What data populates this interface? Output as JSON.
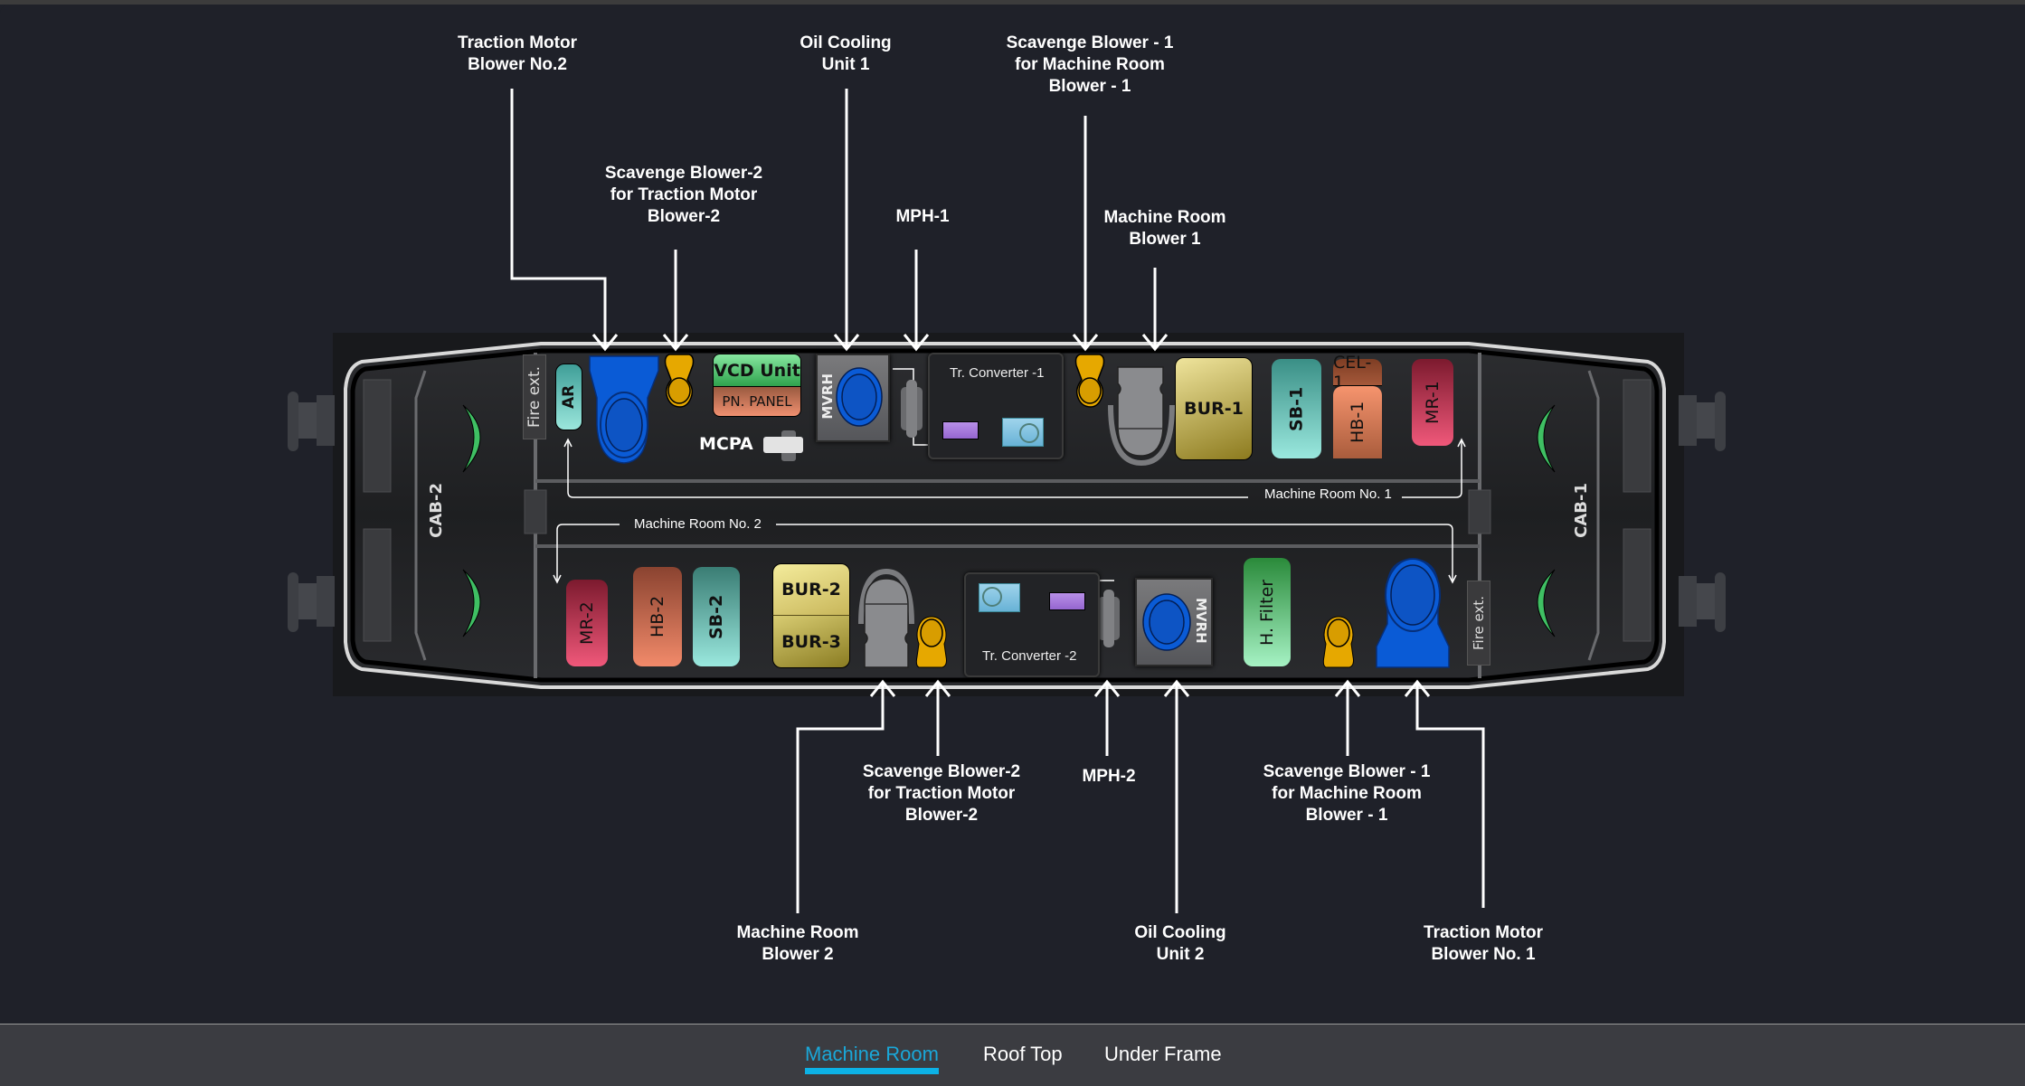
{
  "view": "Machine Room",
  "callouts_top": [
    {
      "id": "tm-blower-2",
      "text": "Traction Motor\nBlower No.2"
    },
    {
      "id": "sb2-top",
      "text": "Scavenge Blower-2\nfor Traction Motor\nBlower-2"
    },
    {
      "id": "ocu-1",
      "text": "Oil Cooling\nUnit 1"
    },
    {
      "id": "mph-1",
      "text": "MPH-1"
    },
    {
      "id": "sb1-top",
      "text": "Scavenge Blower - 1\nfor Machine Room\nBlower - 1"
    },
    {
      "id": "mrb-1",
      "text": "Machine Room\nBlower 1"
    }
  ],
  "callouts_bottom": [
    {
      "id": "mrb-2",
      "text": "Machine Room\nBlower 2"
    },
    {
      "id": "sb2-bottom",
      "text": "Scavenge Blower-2\nfor Traction Motor\nBlower-2"
    },
    {
      "id": "mph-2",
      "text": "MPH-2"
    },
    {
      "id": "ocu-2",
      "text": "Oil Cooling\nUnit 2"
    },
    {
      "id": "sb1-bottom",
      "text": "Scavenge Blower - 1\nfor Machine Room\nBlower - 1"
    },
    {
      "id": "tm-blower-1",
      "text": "Traction Motor\nBlower No. 1"
    }
  ],
  "cabs": {
    "left": "CAB-2",
    "right": "CAB-1"
  },
  "rooms": {
    "room1": "Machine Room No. 1",
    "room2": "Machine Room No. 2"
  },
  "components_top": {
    "fire_ext": "Fire ext.",
    "ar": "AR",
    "vcd_unit": "VCD Unit",
    "pn_panel": "PN. PANEL",
    "mcpa": "MCPA",
    "mvrh": "MVRH",
    "tr_converter": "Tr. Converter -1",
    "bur": "BUR-1",
    "sb": "SB-1",
    "cel": "CEL-1",
    "hb": "HB-1",
    "mr": "MR-1"
  },
  "components_bottom": {
    "mr": "MR-2",
    "hb": "HB-2",
    "sb": "SB-2",
    "bur_a": "BUR-2",
    "bur_b": "BUR-3",
    "tr_converter": "Tr. Converter -2",
    "mvrh": "MVRH",
    "h_filter": "H. Filter",
    "fire_ext": "Fire ext."
  },
  "colors": {
    "accent": "#0cb2e6",
    "blower_blue": "#0a5bd6",
    "scavenge_yellow": "#e6a800",
    "mr_red": "#c7344f",
    "hb_orange": "#d9785a",
    "sb_teal": "#5bbcb0",
    "bur_yellow": "#d2c56a",
    "vcd_green": "#3db566",
    "h_filter_green": "#3aa655",
    "cab_green": "#3fbf63"
  },
  "tabs": [
    {
      "label": "Machine Room",
      "active": true
    },
    {
      "label": "Roof Top",
      "active": false
    },
    {
      "label": "Under Frame",
      "active": false
    }
  ]
}
